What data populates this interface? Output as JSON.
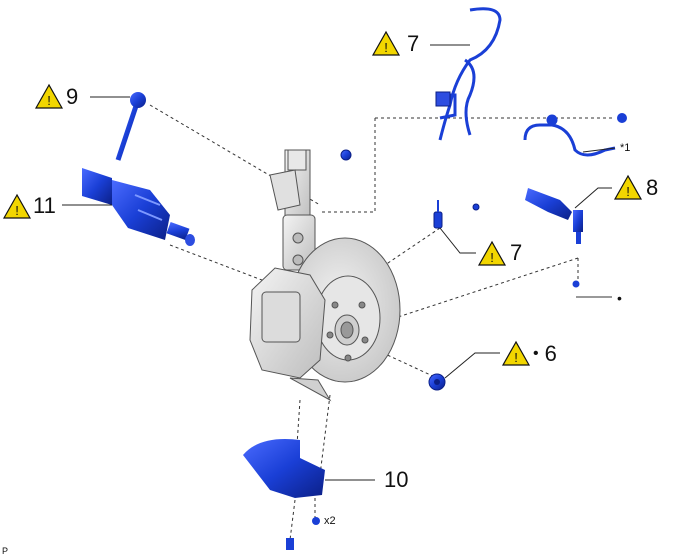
{
  "callouts": {
    "c7_top": "7",
    "c9": "9",
    "c11": "11",
    "c8": "8",
    "c7_mid": "7",
    "c6": "6",
    "c10": "10"
  },
  "markers": {
    "dot": "•",
    "star1": "*1",
    "x2": "x2",
    "corner": "P"
  },
  "icons": {
    "warning": "warning-triangle-icon"
  },
  "colors": {
    "part_blue": "#1a3fd6",
    "part_dark": "#0c1f8a",
    "warning_yellow": "#f2d600",
    "knuckle_grey": "#d9d9d9",
    "line": "#333333"
  }
}
